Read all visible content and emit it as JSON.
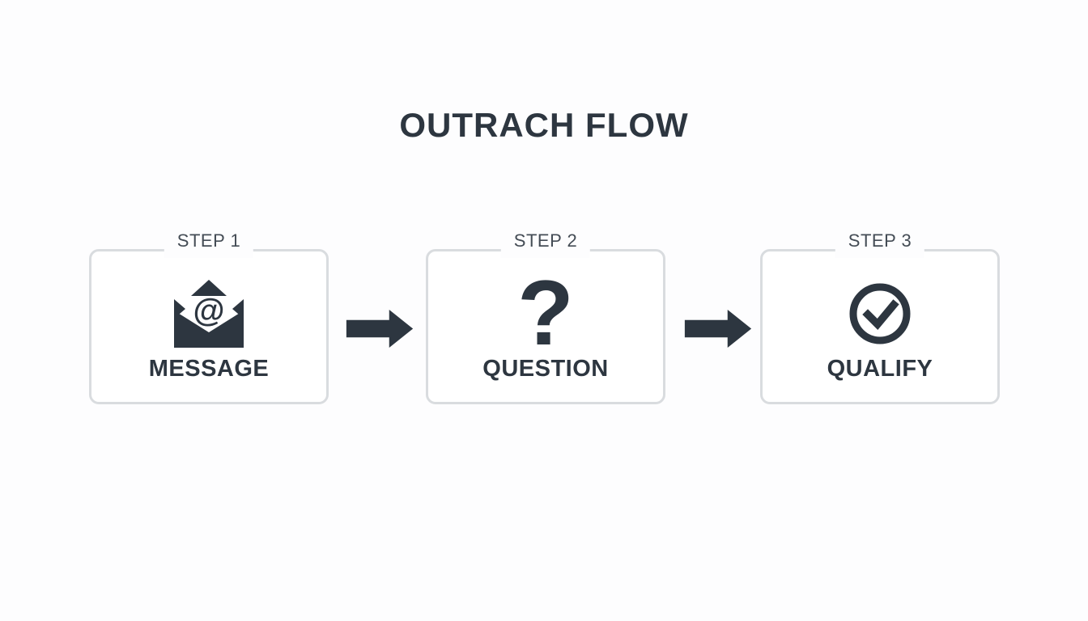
{
  "title": "OUTRACH FLOW",
  "steps": [
    {
      "step_label": "STEP 1",
      "name": "MESSAGE",
      "icon": "envelope-at-icon"
    },
    {
      "step_label": "STEP 2",
      "name": "QUESTION",
      "icon": "question-mark-icon"
    },
    {
      "step_label": "STEP 3",
      "name": "QUALIFY",
      "icon": "check-circle-icon"
    }
  ],
  "glyphs": {
    "at": "@",
    "question": "?"
  },
  "colors": {
    "ink": "#2d3640",
    "step_label": "#444c55",
    "box_border": "#d9dcdf",
    "background": "#fdfdfe",
    "box_background": "#ffffff"
  }
}
